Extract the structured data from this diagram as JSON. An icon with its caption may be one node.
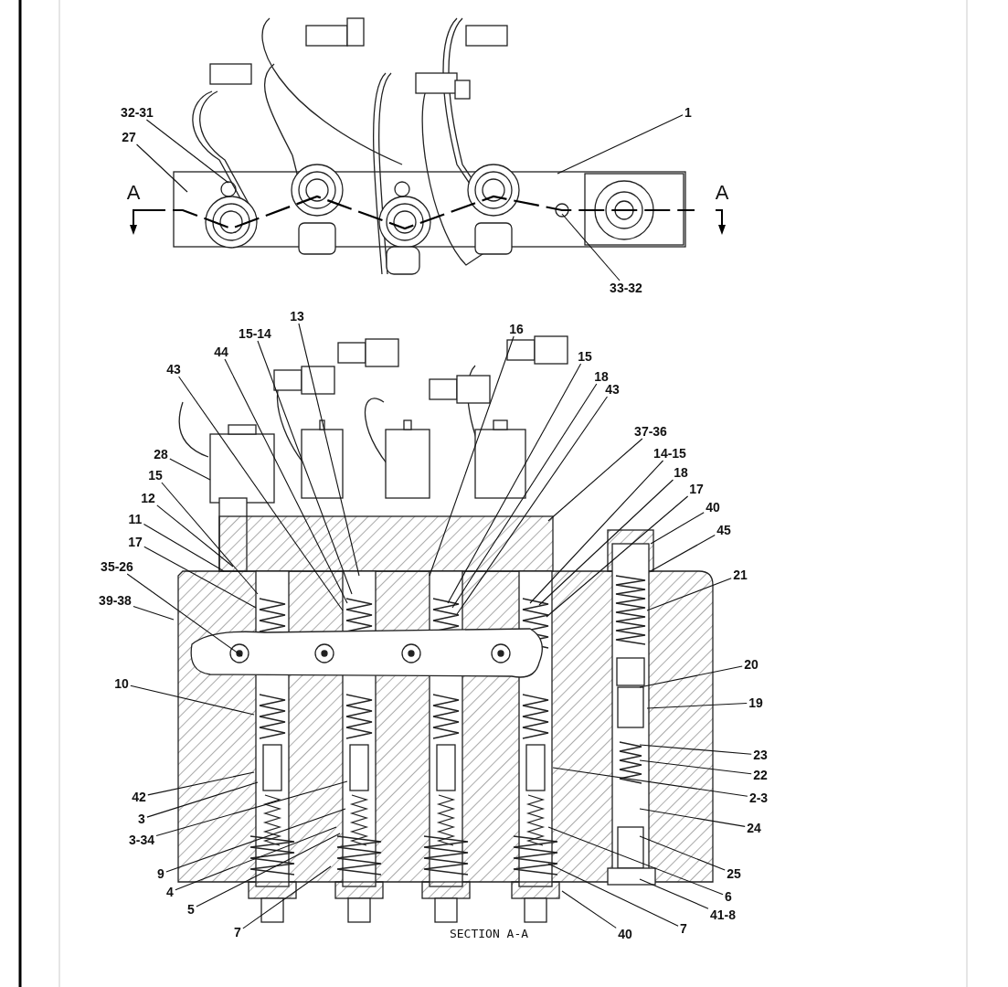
{
  "diagram": {
    "nodes": [
      {
        "text": [
          "32-31"
        ]
      },
      {
        "text": [
          "27"
        ]
      },
      {
        "text": [
          "1"
        ]
      },
      {
        "text": [
          "33-32"
        ]
      },
      {
        "text": [
          "13"
        ]
      },
      {
        "text": [
          "15-14"
        ]
      },
      {
        "text": [
          "44"
        ]
      },
      {
        "text": [
          "43"
        ]
      },
      {
        "text": [
          "16"
        ]
      },
      {
        "text": [
          "15"
        ]
      },
      {
        "text": [
          "18"
        ]
      },
      {
        "text": [
          "43"
        ]
      },
      {
        "text": [
          "37-36"
        ]
      },
      {
        "text": [
          "14-15"
        ]
      },
      {
        "text": [
          "28"
        ]
      },
      {
        "text": [
          "18"
        ]
      },
      {
        "text": [
          "15"
        ]
      },
      {
        "text": [
          "17"
        ]
      },
      {
        "text": [
          "12"
        ]
      },
      {
        "text": [
          "40"
        ]
      },
      {
        "text": [
          "11"
        ]
      },
      {
        "text": [
          "45"
        ]
      },
      {
        "text": [
          "17"
        ]
      },
      {
        "text": [
          "21"
        ]
      },
      {
        "text": [
          "35-26"
        ]
      },
      {
        "text": [
          "39-38"
        ]
      },
      {
        "text": [
          "20"
        ]
      },
      {
        "text": [
          "10"
        ]
      },
      {
        "text": [
          "19"
        ]
      },
      {
        "text": [
          "23"
        ]
      },
      {
        "text": [
          "22"
        ]
      },
      {
        "text": [
          "42"
        ]
      },
      {
        "text": [
          "2-3"
        ]
      },
      {
        "text": [
          "3"
        ]
      },
      {
        "text": [
          "3-34"
        ]
      },
      {
        "text": [
          "24"
        ]
      },
      {
        "text": [
          "9"
        ]
      },
      {
        "text": [
          "25"
        ]
      },
      {
        "text": [
          "4"
        ]
      },
      {
        "text": [
          "6"
        ]
      },
      {
        "text": [
          "5"
        ]
      },
      {
        "text": [
          "41-8"
        ]
      },
      {
        "text": [
          "7"
        ]
      },
      {
        "text": [
          "40"
        ]
      },
      {
        "text": [
          "7"
        ]
      }
    ],
    "edges": [
      {
        "from": 0,
        "to": null,
        "arrow": "none"
      },
      {
        "from": 1,
        "to": null,
        "arrow": "none"
      },
      {
        "from": 2,
        "to": null,
        "arrow": "none"
      },
      {
        "from": 3,
        "to": null,
        "arrow": "none"
      },
      {
        "from": 4,
        "to": null,
        "arrow": "none"
      },
      {
        "from": 5,
        "to": null,
        "arrow": "none"
      },
      {
        "from": 6,
        "to": null,
        "arrow": "none"
      },
      {
        "from": 7,
        "to": null,
        "arrow": "none"
      },
      {
        "from": 8,
        "to": null,
        "arrow": "none"
      },
      {
        "from": 9,
        "to": null,
        "arrow": "none"
      },
      {
        "from": 10,
        "to": null,
        "arrow": "none"
      },
      {
        "from": 11,
        "to": null,
        "arrow": "none"
      },
      {
        "from": 12,
        "to": null,
        "arrow": "none"
      },
      {
        "from": 13,
        "to": null,
        "arrow": "none"
      },
      {
        "from": 14,
        "to": null,
        "arrow": "none"
      },
      {
        "from": 15,
        "to": null,
        "arrow": "none"
      },
      {
        "from": 16,
        "to": null,
        "arrow": "none"
      },
      {
        "from": 17,
        "to": null,
        "arrow": "none"
      },
      {
        "from": 18,
        "to": null,
        "arrow": "none"
      },
      {
        "from": 19,
        "to": null,
        "arrow": "none"
      },
      {
        "from": 20,
        "to": null,
        "arrow": "none"
      },
      {
        "from": 21,
        "to": null,
        "arrow": "none"
      },
      {
        "from": 22,
        "to": null,
        "arrow": "none"
      },
      {
        "from": 23,
        "to": null,
        "arrow": "none"
      },
      {
        "from": 24,
        "to": null,
        "arrow": "none"
      },
      {
        "from": 25,
        "to": null,
        "arrow": "none"
      },
      {
        "from": 26,
        "to": null,
        "arrow": "none"
      },
      {
        "from": 27,
        "to": null,
        "arrow": "none"
      },
      {
        "from": 28,
        "to": null,
        "arrow": "none"
      },
      {
        "from": 29,
        "to": null,
        "arrow": "none"
      },
      {
        "from": 30,
        "to": null,
        "arrow": "none"
      },
      {
        "from": 31,
        "to": null,
        "arrow": "none"
      },
      {
        "from": 32,
        "to": null,
        "arrow": "none"
      },
      {
        "from": 33,
        "to": null,
        "arrow": "none"
      },
      {
        "from": 34,
        "to": null,
        "arrow": "none"
      },
      {
        "from": 35,
        "to": null,
        "arrow": "none"
      },
      {
        "from": 36,
        "to": null,
        "arrow": "none"
      },
      {
        "from": 37,
        "to": null,
        "arrow": "none"
      },
      {
        "from": 38,
        "to": null,
        "arrow": "none"
      },
      {
        "from": 39,
        "to": null,
        "arrow": "none"
      },
      {
        "from": 40,
        "to": null,
        "arrow": "none"
      },
      {
        "from": 41,
        "to": null,
        "arrow": "none"
      },
      {
        "from": 42,
        "to": null,
        "arrow": "none"
      },
      {
        "from": 43,
        "to": null,
        "arrow": "none"
      },
      {
        "from": 44,
        "to": null,
        "arrow": "none"
      }
    ],
    "labels": [
      "A",
      "A",
      "SECTION A-A"
    ]
  }
}
